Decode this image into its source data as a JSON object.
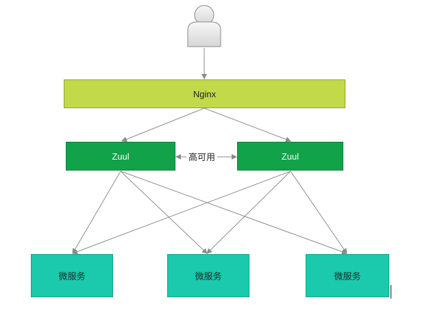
{
  "nodes": {
    "nginx": {
      "label": "Nginx"
    },
    "zuul_left": {
      "label": "Zuul"
    },
    "zuul_right": {
      "label": "Zuul"
    },
    "services": [
      {
        "label": "微服务"
      },
      {
        "label": "微服务"
      },
      {
        "label": "微服务"
      }
    ]
  },
  "edges": {
    "ha_label": "高可用"
  },
  "colors": {
    "nginx_fill": "#c2d94a",
    "zuul_fill": "#12a24a",
    "service_fill": "#1bc9ad",
    "line": "#8a8a8a"
  },
  "icons": {
    "user": "user-icon"
  }
}
